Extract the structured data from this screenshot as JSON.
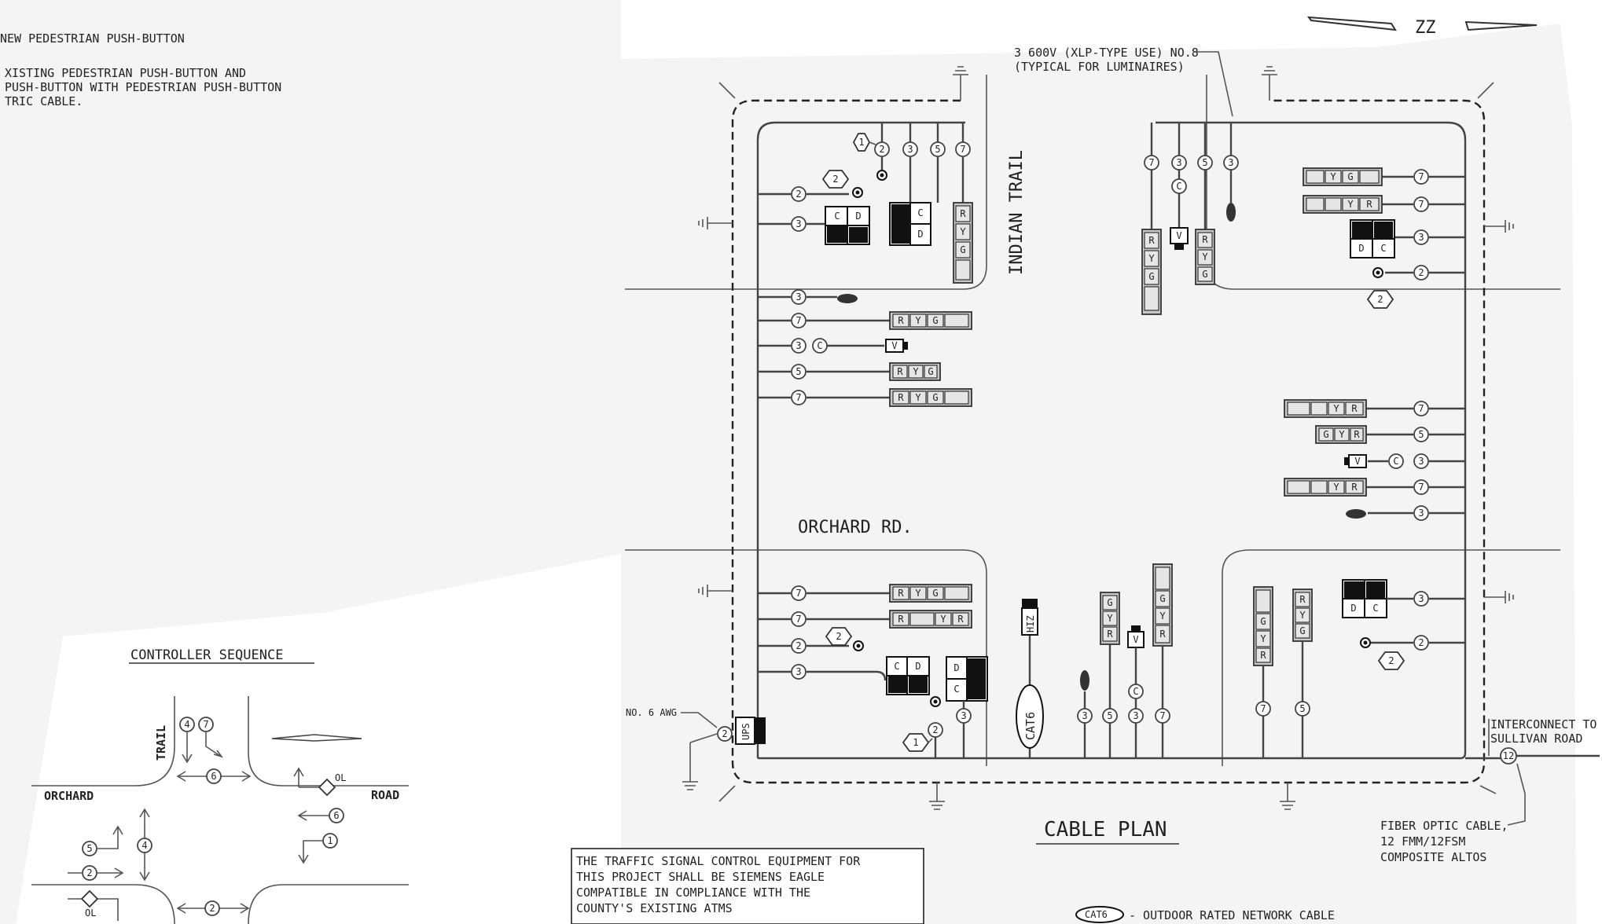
{
  "legend": {
    "line1": "NEW PEDESTRIAN PUSH-BUTTON",
    "line2": "XISTING PEDESTRIAN PUSH-BUTTON AND",
    "line3": "PUSH-BUTTON WITH PEDESTRIAN PUSH-BUTTON",
    "line4": "TRIC CABLE."
  },
  "controller": {
    "title": "CONTROLLER SEQUENCE",
    "trail": "TRAIL",
    "orchard": "ORCHARD",
    "road": "ROAD",
    "phases": [
      "4",
      "7",
      "6",
      "6",
      "1",
      "5",
      "2",
      "4",
      "2"
    ],
    "ol": "OL"
  },
  "plan": {
    "top_note_1": "3 600V (XLP-TYPE USE) NO.8",
    "top_note_2": "(TYPICAL FOR LUMINAIRES)",
    "indian_trail": "INDIAN TRAIL",
    "orchard_rd": "ORCHARD RD.",
    "no6awg": "NO. 6 AWG",
    "ups": "UPS",
    "interconnect_1": "INTERCONNECT TO",
    "interconnect_2": "SULLIVAN ROAD",
    "fiber_1": "FIBER OPTIC CABLE,",
    "fiber_2": "12 FMM/12FSM",
    "fiber_3": "COMPOSITE ALTOS",
    "cable_plan_title": "CABLE PLAN",
    "cat6": "CAT6",
    "cat6_legend": "- OUTDOOR RATED NETWORK CABLE",
    "north": "ZZ"
  },
  "equipment_note": {
    "line1": "THE TRAFFIC SIGNAL CONTROL EQUIPMENT FOR",
    "line2": "THIS PROJECT SHALL BE SIEMENS EAGLE",
    "line3": "COMPATIBLE IN COMPLIANCE WITH THE",
    "line4": "COUNTY'S EXISTING ATMS"
  },
  "signal_letters": {
    "r": "R",
    "y": "Y",
    "g": "G",
    "c": "C",
    "d": "D",
    "v": "V"
  }
}
